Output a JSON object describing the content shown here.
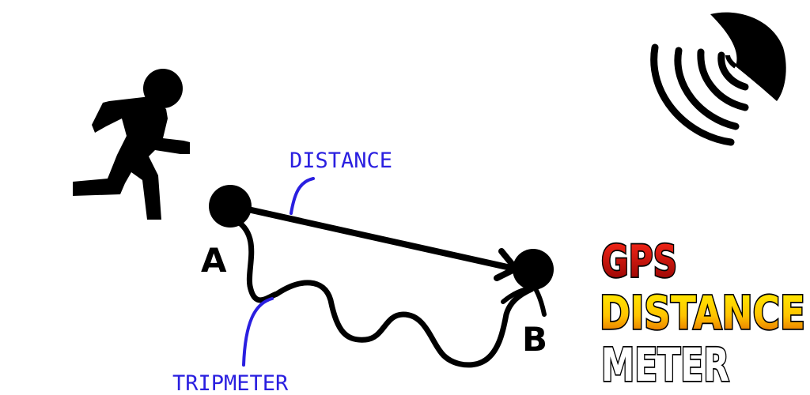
{
  "labels": {
    "distance": "DISTANCE",
    "tripmeter": "TRIPMETER",
    "point_a": "A",
    "point_b": "B"
  },
  "title": {
    "line1": "GPS",
    "line2": "DISTANCE",
    "line3": "METER"
  },
  "icons": {
    "runner": "running-person-icon",
    "satellite": "satellite-dish-icon"
  },
  "colors": {
    "background": "#ffffff",
    "ink": "#000000",
    "annotation": "#2a1fe0",
    "gps_fill_top": "#e01010",
    "gps_fill_bottom": "#8a0000",
    "distance_fill_top": "#ffe600",
    "distance_fill_bottom": "#e06a00",
    "meter_fill": "#ffffff"
  }
}
